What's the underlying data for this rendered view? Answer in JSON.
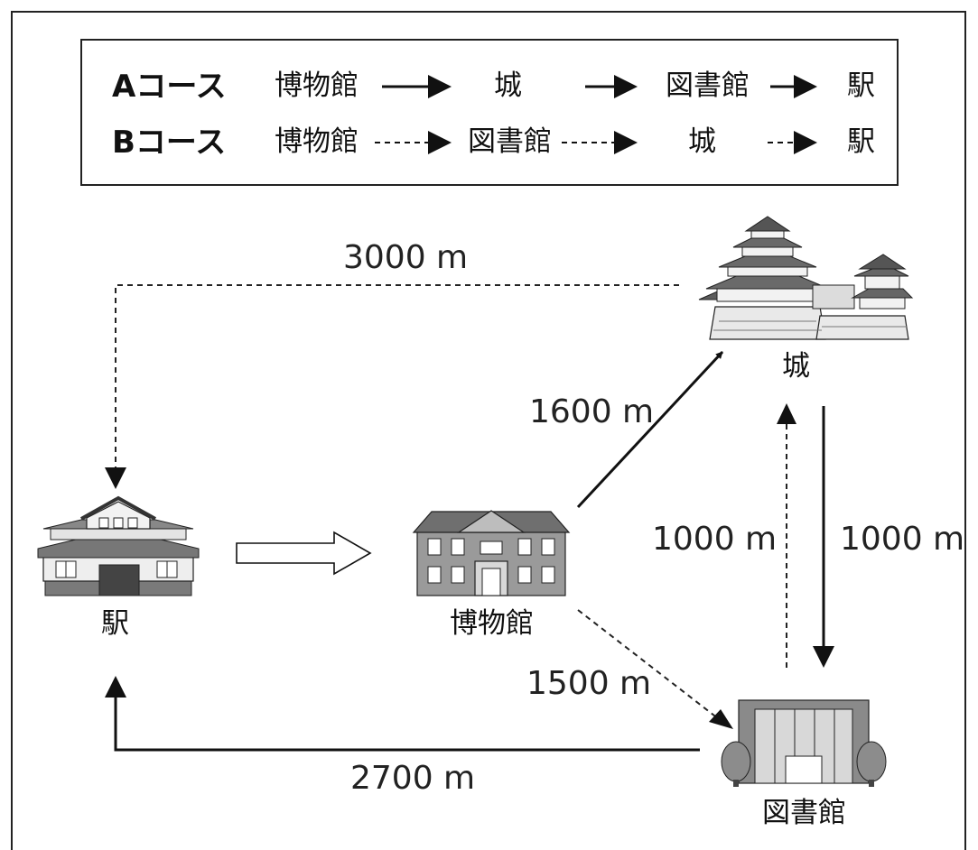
{
  "legend": {
    "course_a": {
      "label": "Aコース",
      "stops": [
        "博物館",
        "城",
        "図書館",
        "駅"
      ]
    },
    "course_b": {
      "label": "Bコース",
      "stops": [
        "博物館",
        "図書館",
        "城",
        "駅"
      ]
    }
  },
  "places": {
    "station": "駅",
    "museum": "博物館",
    "castle": "城",
    "library": "図書館"
  },
  "distances": {
    "station_castle": "3000 m",
    "museum_castle": "1600 m",
    "library_castle_up": "1000 m",
    "castle_library_down": "1000 m",
    "museum_library": "1500 m",
    "library_station": "2700 m"
  }
}
